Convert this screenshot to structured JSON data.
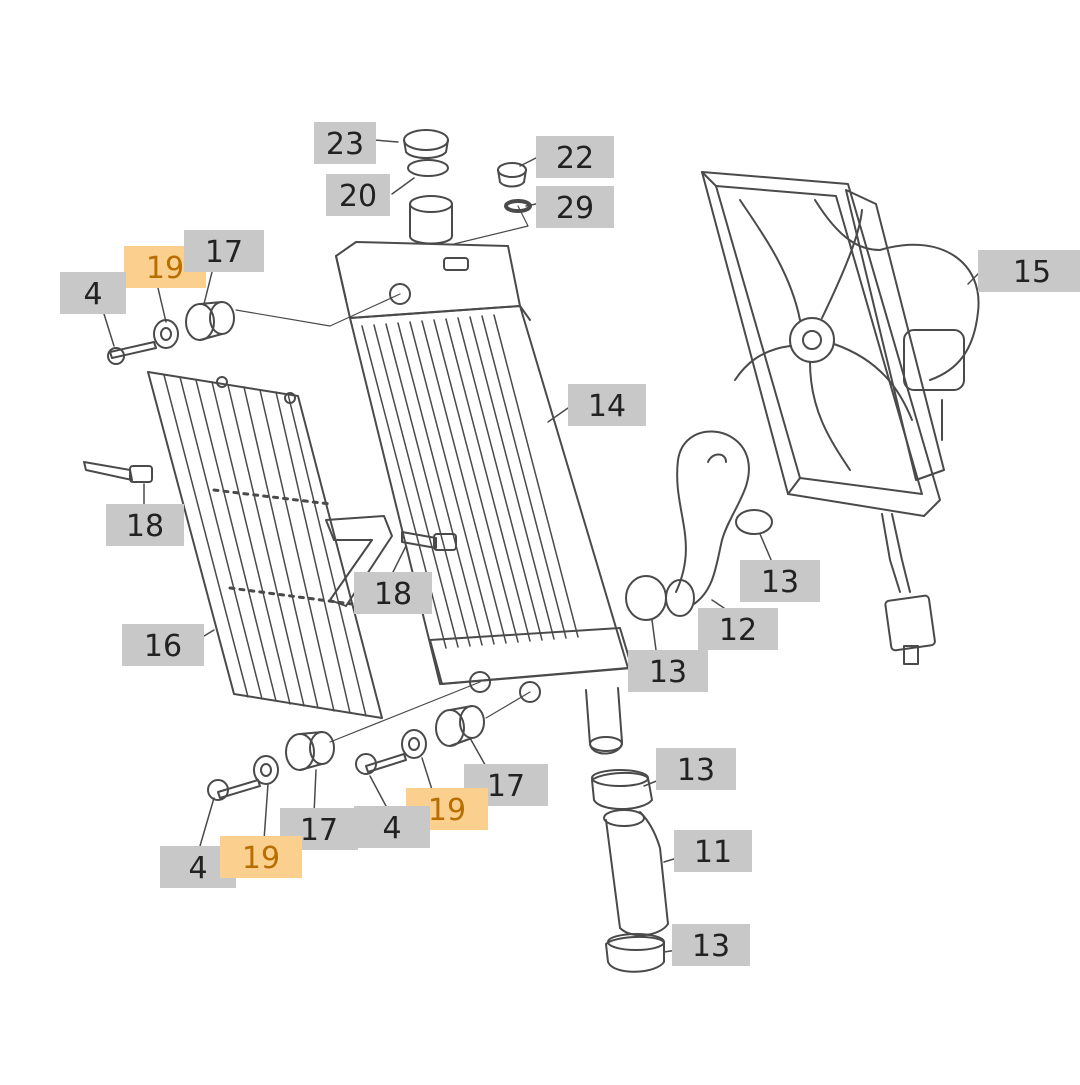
{
  "diagram": {
    "callouts": [
      {
        "id": "c23",
        "label": "23",
        "highlighted": false
      },
      {
        "id": "c20",
        "label": "20",
        "highlighted": false
      },
      {
        "id": "c22",
        "label": "22",
        "highlighted": false
      },
      {
        "id": "c29",
        "label": "29",
        "highlighted": false
      },
      {
        "id": "c19a",
        "label": "19",
        "highlighted": true
      },
      {
        "id": "c17a",
        "label": "17",
        "highlighted": false
      },
      {
        "id": "c4a",
        "label": "4",
        "highlighted": false
      },
      {
        "id": "c15",
        "label": "15",
        "highlighted": false
      },
      {
        "id": "c14",
        "label": "14",
        "highlighted": false
      },
      {
        "id": "c18a",
        "label": "18",
        "highlighted": false
      },
      {
        "id": "c18b",
        "label": "18",
        "highlighted": false
      },
      {
        "id": "c13a",
        "label": "13",
        "highlighted": false
      },
      {
        "id": "c12",
        "label": "12",
        "highlighted": false
      },
      {
        "id": "c13b",
        "label": "13",
        "highlighted": false
      },
      {
        "id": "c16",
        "label": "16",
        "highlighted": false
      },
      {
        "id": "c13c",
        "label": "13",
        "highlighted": false
      },
      {
        "id": "c17b",
        "label": "17",
        "highlighted": false
      },
      {
        "id": "c19b",
        "label": "19",
        "highlighted": true
      },
      {
        "id": "c4b",
        "label": "4",
        "highlighted": false
      },
      {
        "id": "c17c",
        "label": "17",
        "highlighted": false
      },
      {
        "id": "c11",
        "label": "11",
        "highlighted": false
      },
      {
        "id": "c4c",
        "label": "4",
        "highlighted": false
      },
      {
        "id": "c19c",
        "label": "19",
        "highlighted": true
      },
      {
        "id": "c13d",
        "label": "13",
        "highlighted": false
      }
    ],
    "colors": {
      "callout_bg": "#c8c8c8",
      "callout_highlight_bg": "#fbd08f",
      "callout_text": "#222222",
      "callout_highlight_text": "#b86e00",
      "line": "#4a4a4a",
      "background": "#ffffff"
    }
  }
}
